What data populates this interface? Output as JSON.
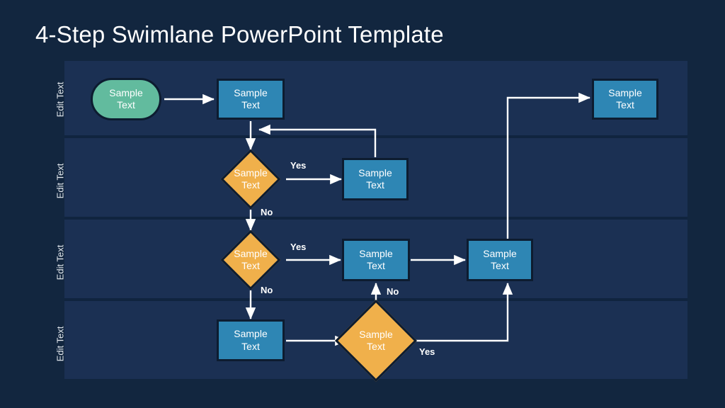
{
  "page": {
    "title": "4-Step Swimlane PowerPoint Template",
    "background_color": "#12263f",
    "lane_band_color": "#1b3053",
    "lane_separator_color": "#10243f"
  },
  "colors": {
    "process_fill": "#2e86b4",
    "process_border": "#0d1c30",
    "start_fill": "#62bb9e",
    "decision_fill": "#f0b04b",
    "connector": "#ffffff",
    "text": "#ffffff"
  },
  "lanes": [
    {
      "id": "lane-1",
      "label": "Edit Text"
    },
    {
      "id": "lane-2",
      "label": "Edit Text"
    },
    {
      "id": "lane-3",
      "label": "Edit Text"
    },
    {
      "id": "lane-4",
      "label": "Edit Text"
    }
  ],
  "nodes": [
    {
      "id": "start",
      "lane": 1,
      "type": "start",
      "label": "Sample Text"
    },
    {
      "id": "l1-proc",
      "lane": 1,
      "type": "process",
      "label": "Sample Text"
    },
    {
      "id": "l1-end",
      "lane": 1,
      "type": "process",
      "label": "Sample Text"
    },
    {
      "id": "l2-dec",
      "lane": 2,
      "type": "decision",
      "label": "Sample Text"
    },
    {
      "id": "l2-proc",
      "lane": 2,
      "type": "process",
      "label": "Sample Text"
    },
    {
      "id": "l3-dec",
      "lane": 3,
      "type": "decision",
      "label": "Sample Text"
    },
    {
      "id": "l3-proc-a",
      "lane": 3,
      "type": "process",
      "label": "Sample Text"
    },
    {
      "id": "l3-proc-b",
      "lane": 3,
      "type": "process",
      "label": "Sample Text"
    },
    {
      "id": "l4-proc",
      "lane": 4,
      "type": "process",
      "label": "Sample Text"
    },
    {
      "id": "l4-dec",
      "lane": 4,
      "type": "decision",
      "label": "Sample Text"
    }
  ],
  "edge_labels": [
    {
      "id": "l2-yes",
      "text": "Yes"
    },
    {
      "id": "l2-no",
      "text": "No"
    },
    {
      "id": "l3-yes",
      "text": "Yes"
    },
    {
      "id": "l3-no",
      "text": "No"
    },
    {
      "id": "l4-no",
      "text": "No"
    },
    {
      "id": "l4-yes",
      "text": "Yes"
    }
  ]
}
